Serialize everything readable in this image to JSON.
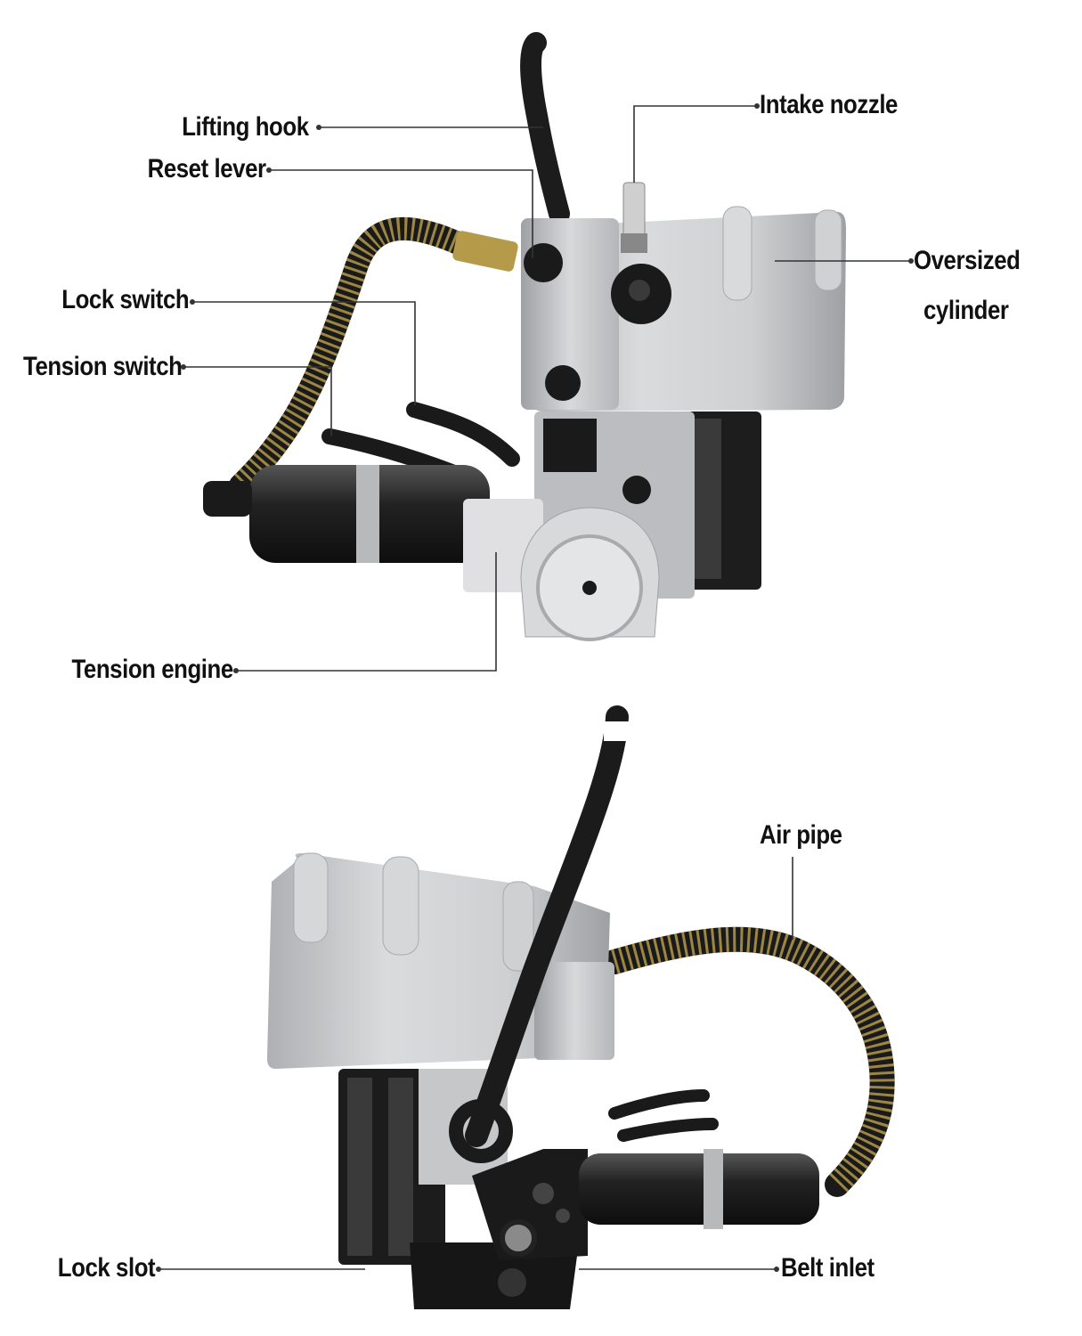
{
  "callouts": {
    "top": {
      "lifting_hook": "Lifting hook",
      "reset_lever": "Reset lever",
      "lock_switch": "Lock switch",
      "tension_switch": "Tension switch",
      "tension_engine": "Tension engine",
      "intake_nozzle": "Intake nozzle",
      "oversized_cylinder_line1": "Oversized",
      "oversized_cylinder_line2": "cylinder"
    },
    "bottom": {
      "air_pipe": "Air pipe",
      "lock_slot": "Lock slot",
      "belt_inlet": "Belt inlet"
    }
  },
  "colors": {
    "label_text": "#111111",
    "leader_line": "#333333",
    "aluminum_body": "#c9cacc",
    "aluminum_shadow": "#9ea0a4",
    "black_parts": "#1a1a1a",
    "brass_spring": "#b59a4a"
  }
}
